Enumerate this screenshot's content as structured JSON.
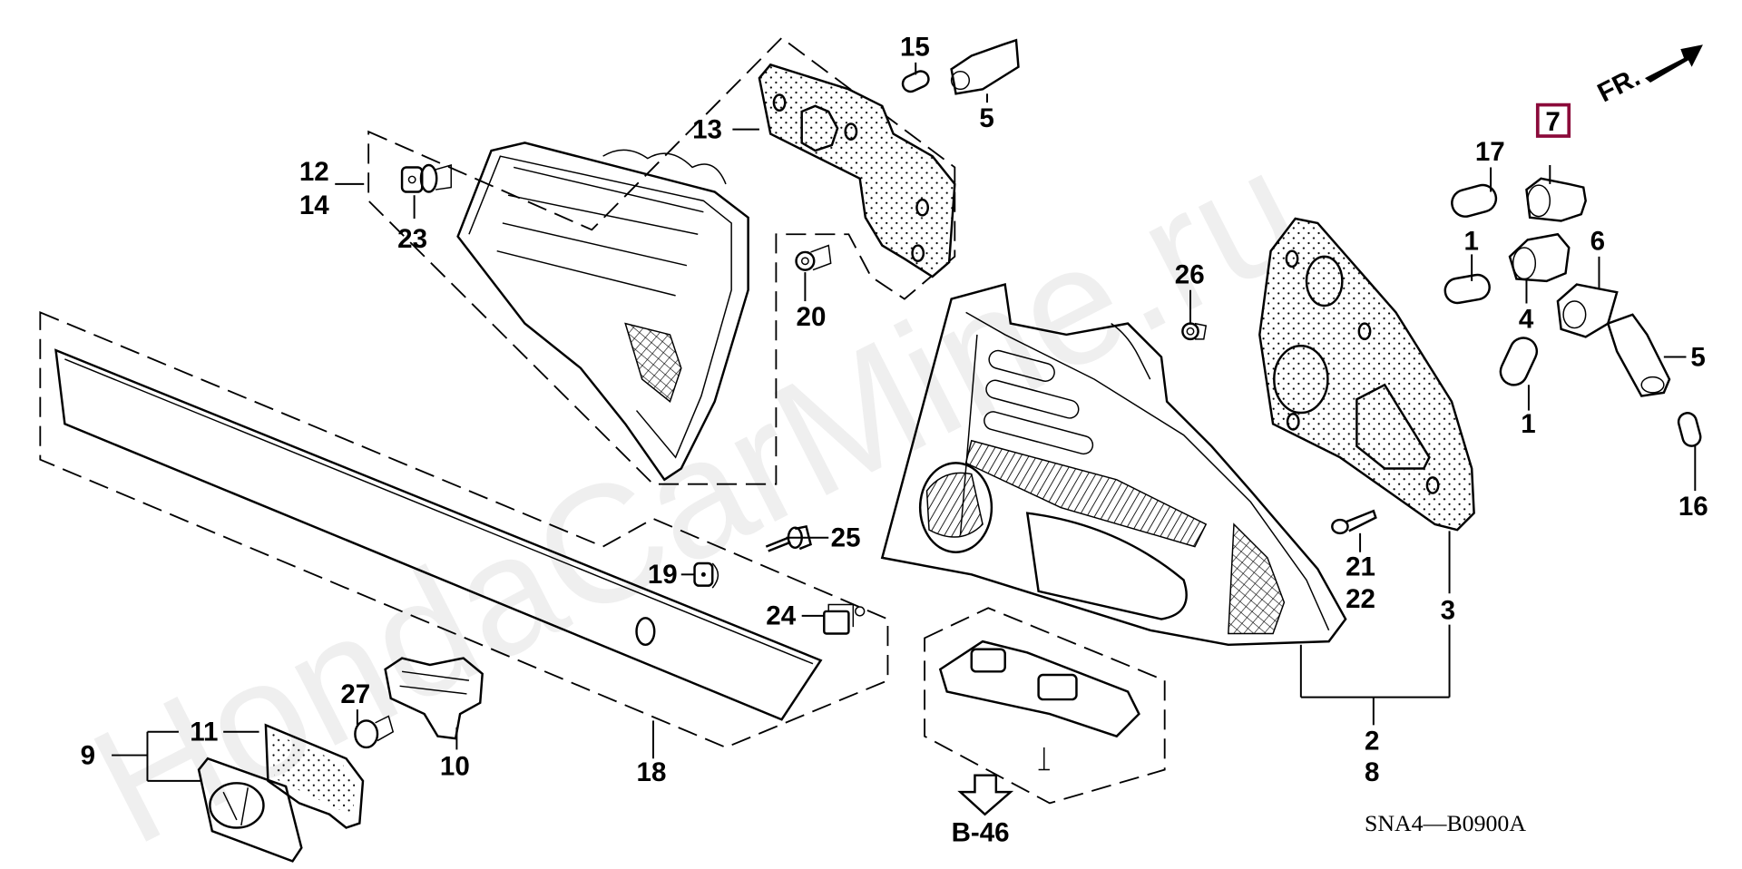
{
  "diagram": {
    "title_code": "SNA4—B0900A",
    "watermark": "HondaCarMine.ru",
    "direction_indicator": {
      "label": "FR.",
      "icon": "front-direction-arrow-icon"
    },
    "reference": {
      "label": "B-46",
      "icon": "down-arrow-outline-icon"
    },
    "highlight_color": "#8b0a3a",
    "highlighted_part": "7",
    "callouts": {
      "c1a": "1",
      "c1b": "1",
      "c2": "2",
      "c3": "3",
      "c4": "4",
      "c5a": "5",
      "c5b": "5",
      "c6": "6",
      "c7": "7",
      "c8": "8",
      "c9": "9",
      "c10": "10",
      "c11": "11",
      "c12": "12",
      "c13": "13",
      "c14": "14",
      "c15": "15",
      "c16": "16",
      "c17": "17",
      "c18": "18",
      "c19": "19",
      "c20": "20",
      "c21": "21",
      "c22": "22",
      "c23": "23",
      "c24": "24",
      "c25": "25",
      "c26": "26",
      "c27": "27"
    }
  }
}
